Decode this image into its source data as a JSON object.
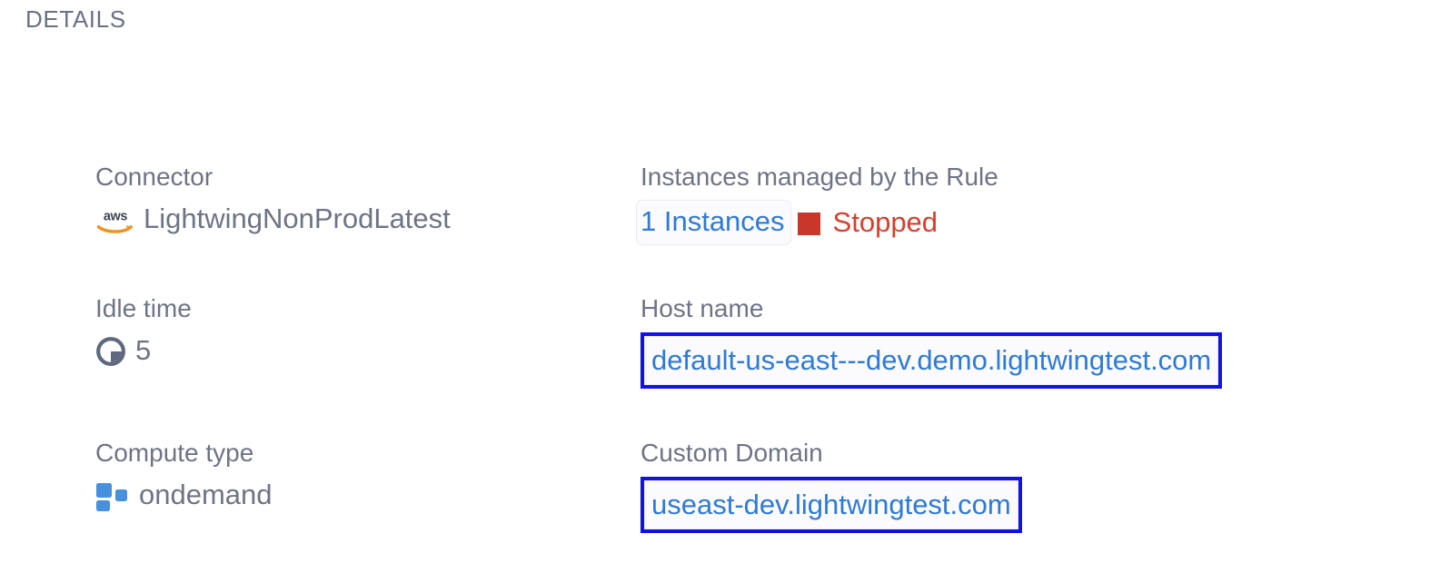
{
  "section": {
    "title": "DETAILS"
  },
  "colors": {
    "label": "#6e7486",
    "value": "#6e7486",
    "link": "#2f7ad6",
    "status_red": "#c9372a",
    "annotation_border": "#1111e8",
    "aws_orange": "#f0921e",
    "compute_blue": "#4690dd"
  },
  "fields": {
    "connector": {
      "label": "Connector",
      "icon": "aws-icon",
      "value": "LightwingNonProdLatest"
    },
    "instances": {
      "label": "Instances managed by the Rule",
      "link_text": "1 Instances",
      "status_icon": "stopped-square-icon",
      "status_text": "Stopped"
    },
    "idle_time": {
      "label": "Idle time",
      "icon": "clock-icon",
      "value": "5"
    },
    "host_name": {
      "label": "Host name",
      "value": "default-us-east---dev.demo.lightwingtest.com",
      "annotated": true
    },
    "compute_type": {
      "label": "Compute type",
      "icon": "blocks-icon",
      "value": "ondemand"
    },
    "custom_domain": {
      "label": "Custom Domain",
      "value": "useast-dev.lightwingtest.com",
      "annotated": true
    }
  }
}
